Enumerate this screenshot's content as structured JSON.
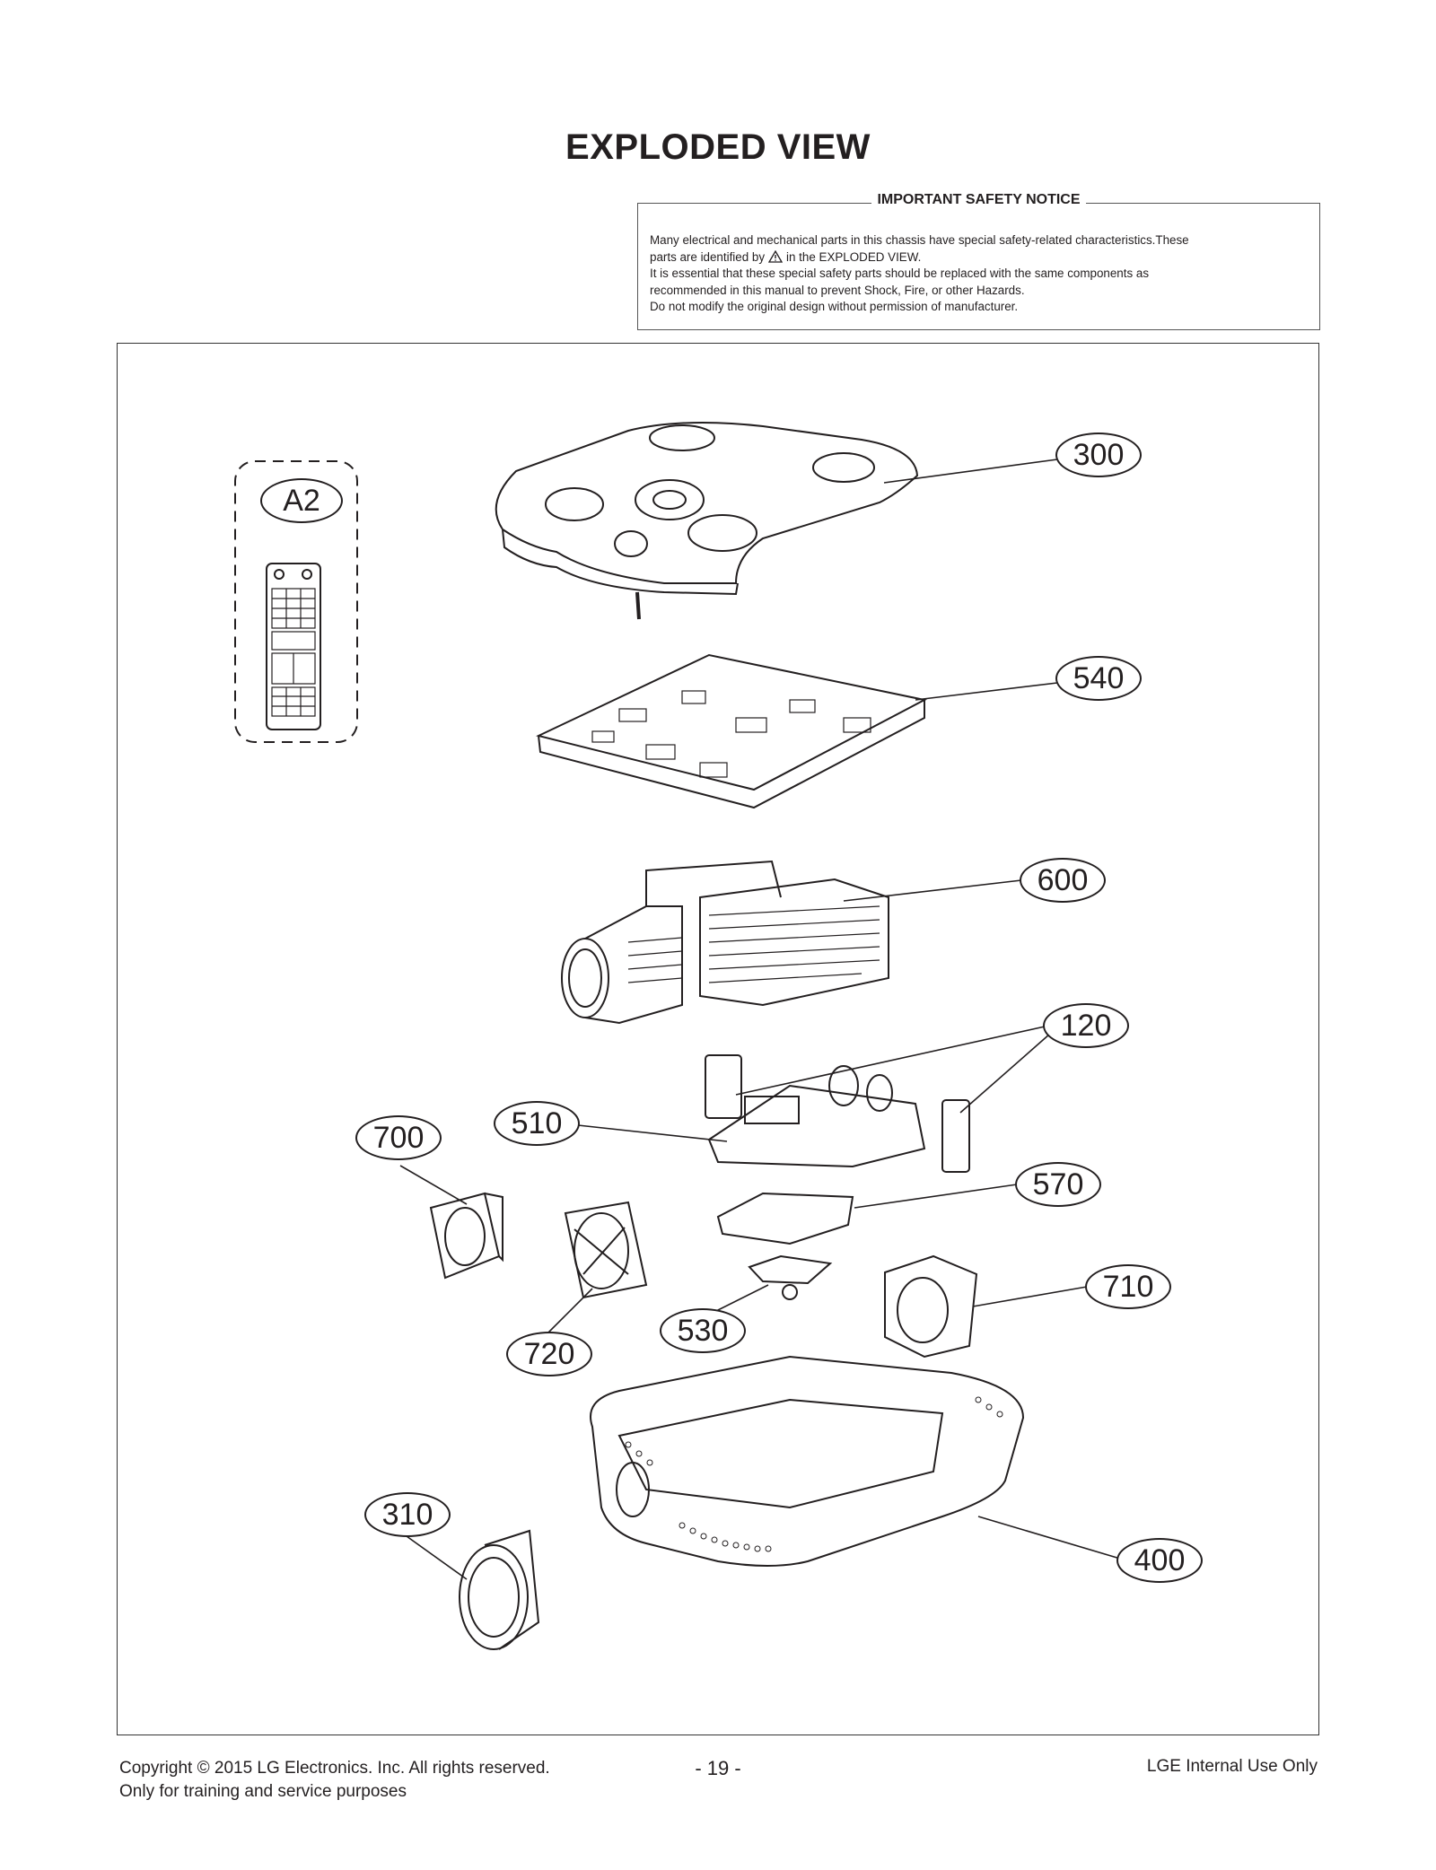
{
  "page": {
    "title": "EXPLODED VIEW"
  },
  "safety_notice": {
    "heading": "IMPORTANT SAFETY NOTICE",
    "line1": "Many electrical and mechanical parts in this chassis have special safety-related characteristics.These",
    "line2_a": "parts are identified by",
    "line2_b": "in the EXPLODED VIEW.",
    "line3": "It is essential that these special safety parts should be replaced with the same components as",
    "line4": "recommended in this manual to prevent Shock, Fire, or other Hazards.",
    "line5": "Do not modify the original design without permission of manufacturer."
  },
  "parts": {
    "a2": "A2",
    "p300": "300",
    "p540": "540",
    "p600": "600",
    "p120": "120",
    "p510": "510",
    "p700": "700",
    "p570": "570",
    "p710": "710",
    "p530": "530",
    "p720": "720",
    "p310": "310",
    "p400": "400"
  },
  "footer": {
    "copyright": "Copyright  © 2015  LG Electronics. Inc. All rights reserved.",
    "purpose": "Only for training and service purposes",
    "page_number": "- 19 -",
    "usage": "LGE Internal Use Only"
  }
}
